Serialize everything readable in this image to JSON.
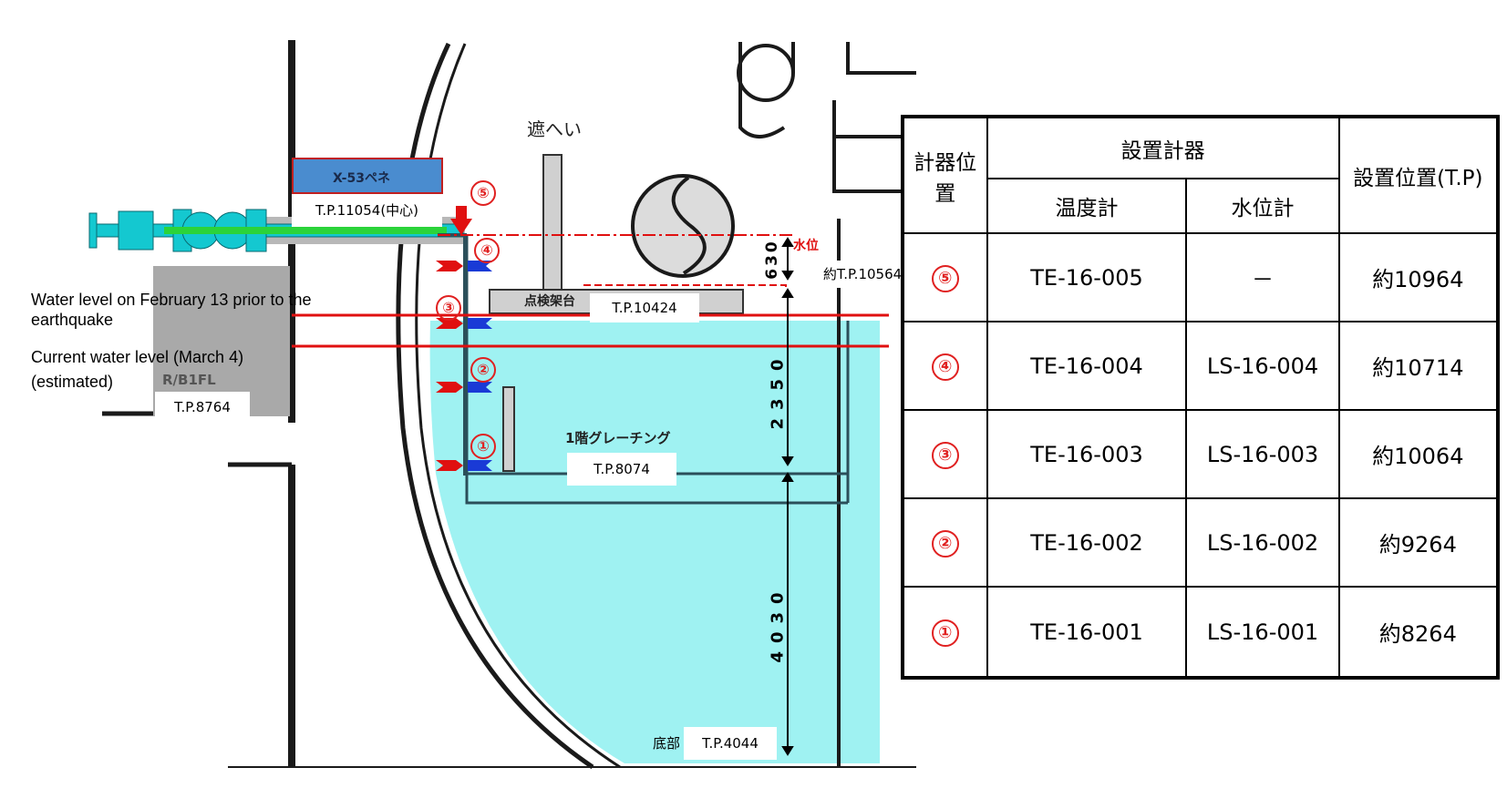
{
  "diagram": {
    "penetration_label": "X-53ペネ",
    "penetration_center": "T.P.11054(中心)",
    "shield_label": "遮へい",
    "water_level_tag": "水位",
    "water_level_value": "約T.P.10564",
    "dim_top": "630",
    "dim_middle": "2350",
    "dim_bottom": "4030",
    "platform_label": "点検架台",
    "platform_level": "T.P.10424",
    "floor_label": "R/B1FL",
    "floor_level": "T.P.8764",
    "grating_label": "1階グレーチング",
    "grating_level": "T.P.8074",
    "bottom_label": "底部",
    "bottom_level": "T.P.4044",
    "note_feb13": "Water level on February 13 prior to the earthquake",
    "note_current": "Current water level (March 4) (estimated)",
    "markers": [
      "⑤",
      "④",
      "③",
      "②",
      "①"
    ],
    "colors": {
      "water": "#9ff2f2",
      "red_line": "#e01010",
      "penetration_blue": "#4a8ccf",
      "instrument_red": "#e01010",
      "instrument_blue": "#1a3ad6"
    }
  },
  "table": {
    "header_position": "計器位置",
    "header_instruments": "設置計器",
    "header_temperature": "温度計",
    "header_level": "水位計",
    "header_install": "設置位置(T.P)",
    "rows": [
      {
        "mark": "⑤",
        "temp": "TE-16-005",
        "level": "－",
        "pos": "約10964"
      },
      {
        "mark": "④",
        "temp": "TE-16-004",
        "level": "LS-16-004",
        "pos": "約10714"
      },
      {
        "mark": "③",
        "temp": "TE-16-003",
        "level": "LS-16-003",
        "pos": "約10064"
      },
      {
        "mark": "②",
        "temp": "TE-16-002",
        "level": "LS-16-002",
        "pos": "約9264"
      },
      {
        "mark": "①",
        "temp": "TE-16-001",
        "level": "LS-16-001",
        "pos": "約8264"
      }
    ]
  }
}
